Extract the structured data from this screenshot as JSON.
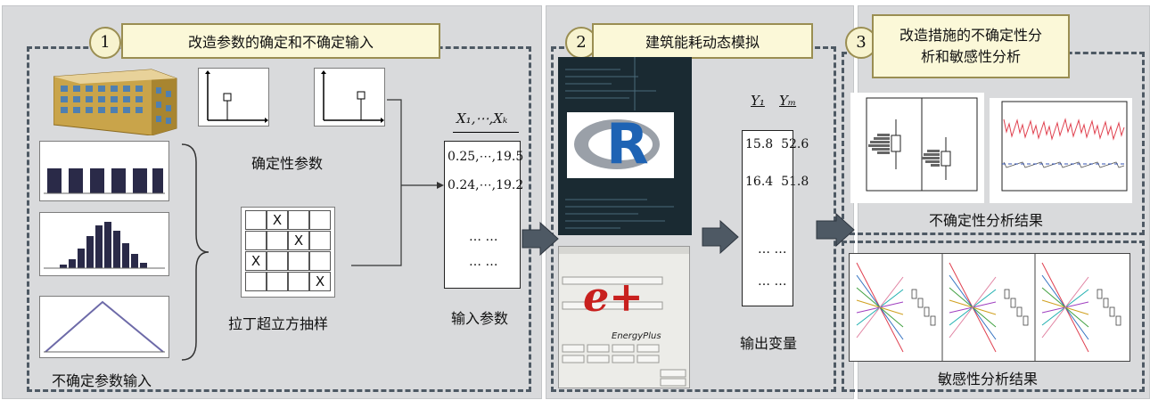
{
  "stage1": {
    "number": "1",
    "title": "改造参数的确定和不确定输入",
    "deterministic_label": "确定性参数",
    "lhs_label": "拉丁超立方抽样",
    "uncertain_label": "不确定参数输入",
    "input_label": "输入参数",
    "input_header": "X₁,⋯,Xₖ",
    "input_rows": [
      "0.25,⋯,19.5",
      "0.24,⋯,19.2",
      "… …",
      "… …"
    ],
    "lhs_marks": [
      "X",
      "X",
      "X",
      "X"
    ]
  },
  "stage2": {
    "number": "2",
    "title": "建筑能耗动态模拟",
    "output_label": "输出变量",
    "output_header_1": "Y₁",
    "output_header_2": "Yₘ",
    "output_rows": [
      "15.8  52.6",
      "16.4  51.8",
      "… …",
      "… …"
    ],
    "r_logo": "R",
    "eplus_logo": "e+",
    "eplus_sub": "EnergyPlus"
  },
  "stage3": {
    "number": "3",
    "title_line1": "改造措施的不确定性分",
    "title_line2": "析和敏感性分析",
    "uncertainty_label": "不确定性分析结果",
    "sensitivity_label": "敏感性分析结果"
  },
  "colors": {
    "panel": "#d9dadc",
    "dash": "#4e5964",
    "header_bg": "#fbf8d8",
    "arrow": "#4e5964",
    "bar": "#2a2a48",
    "triangle": "#6d6aa8",
    "red_series": "#e0404e",
    "blue_dash": "#3050b0"
  }
}
